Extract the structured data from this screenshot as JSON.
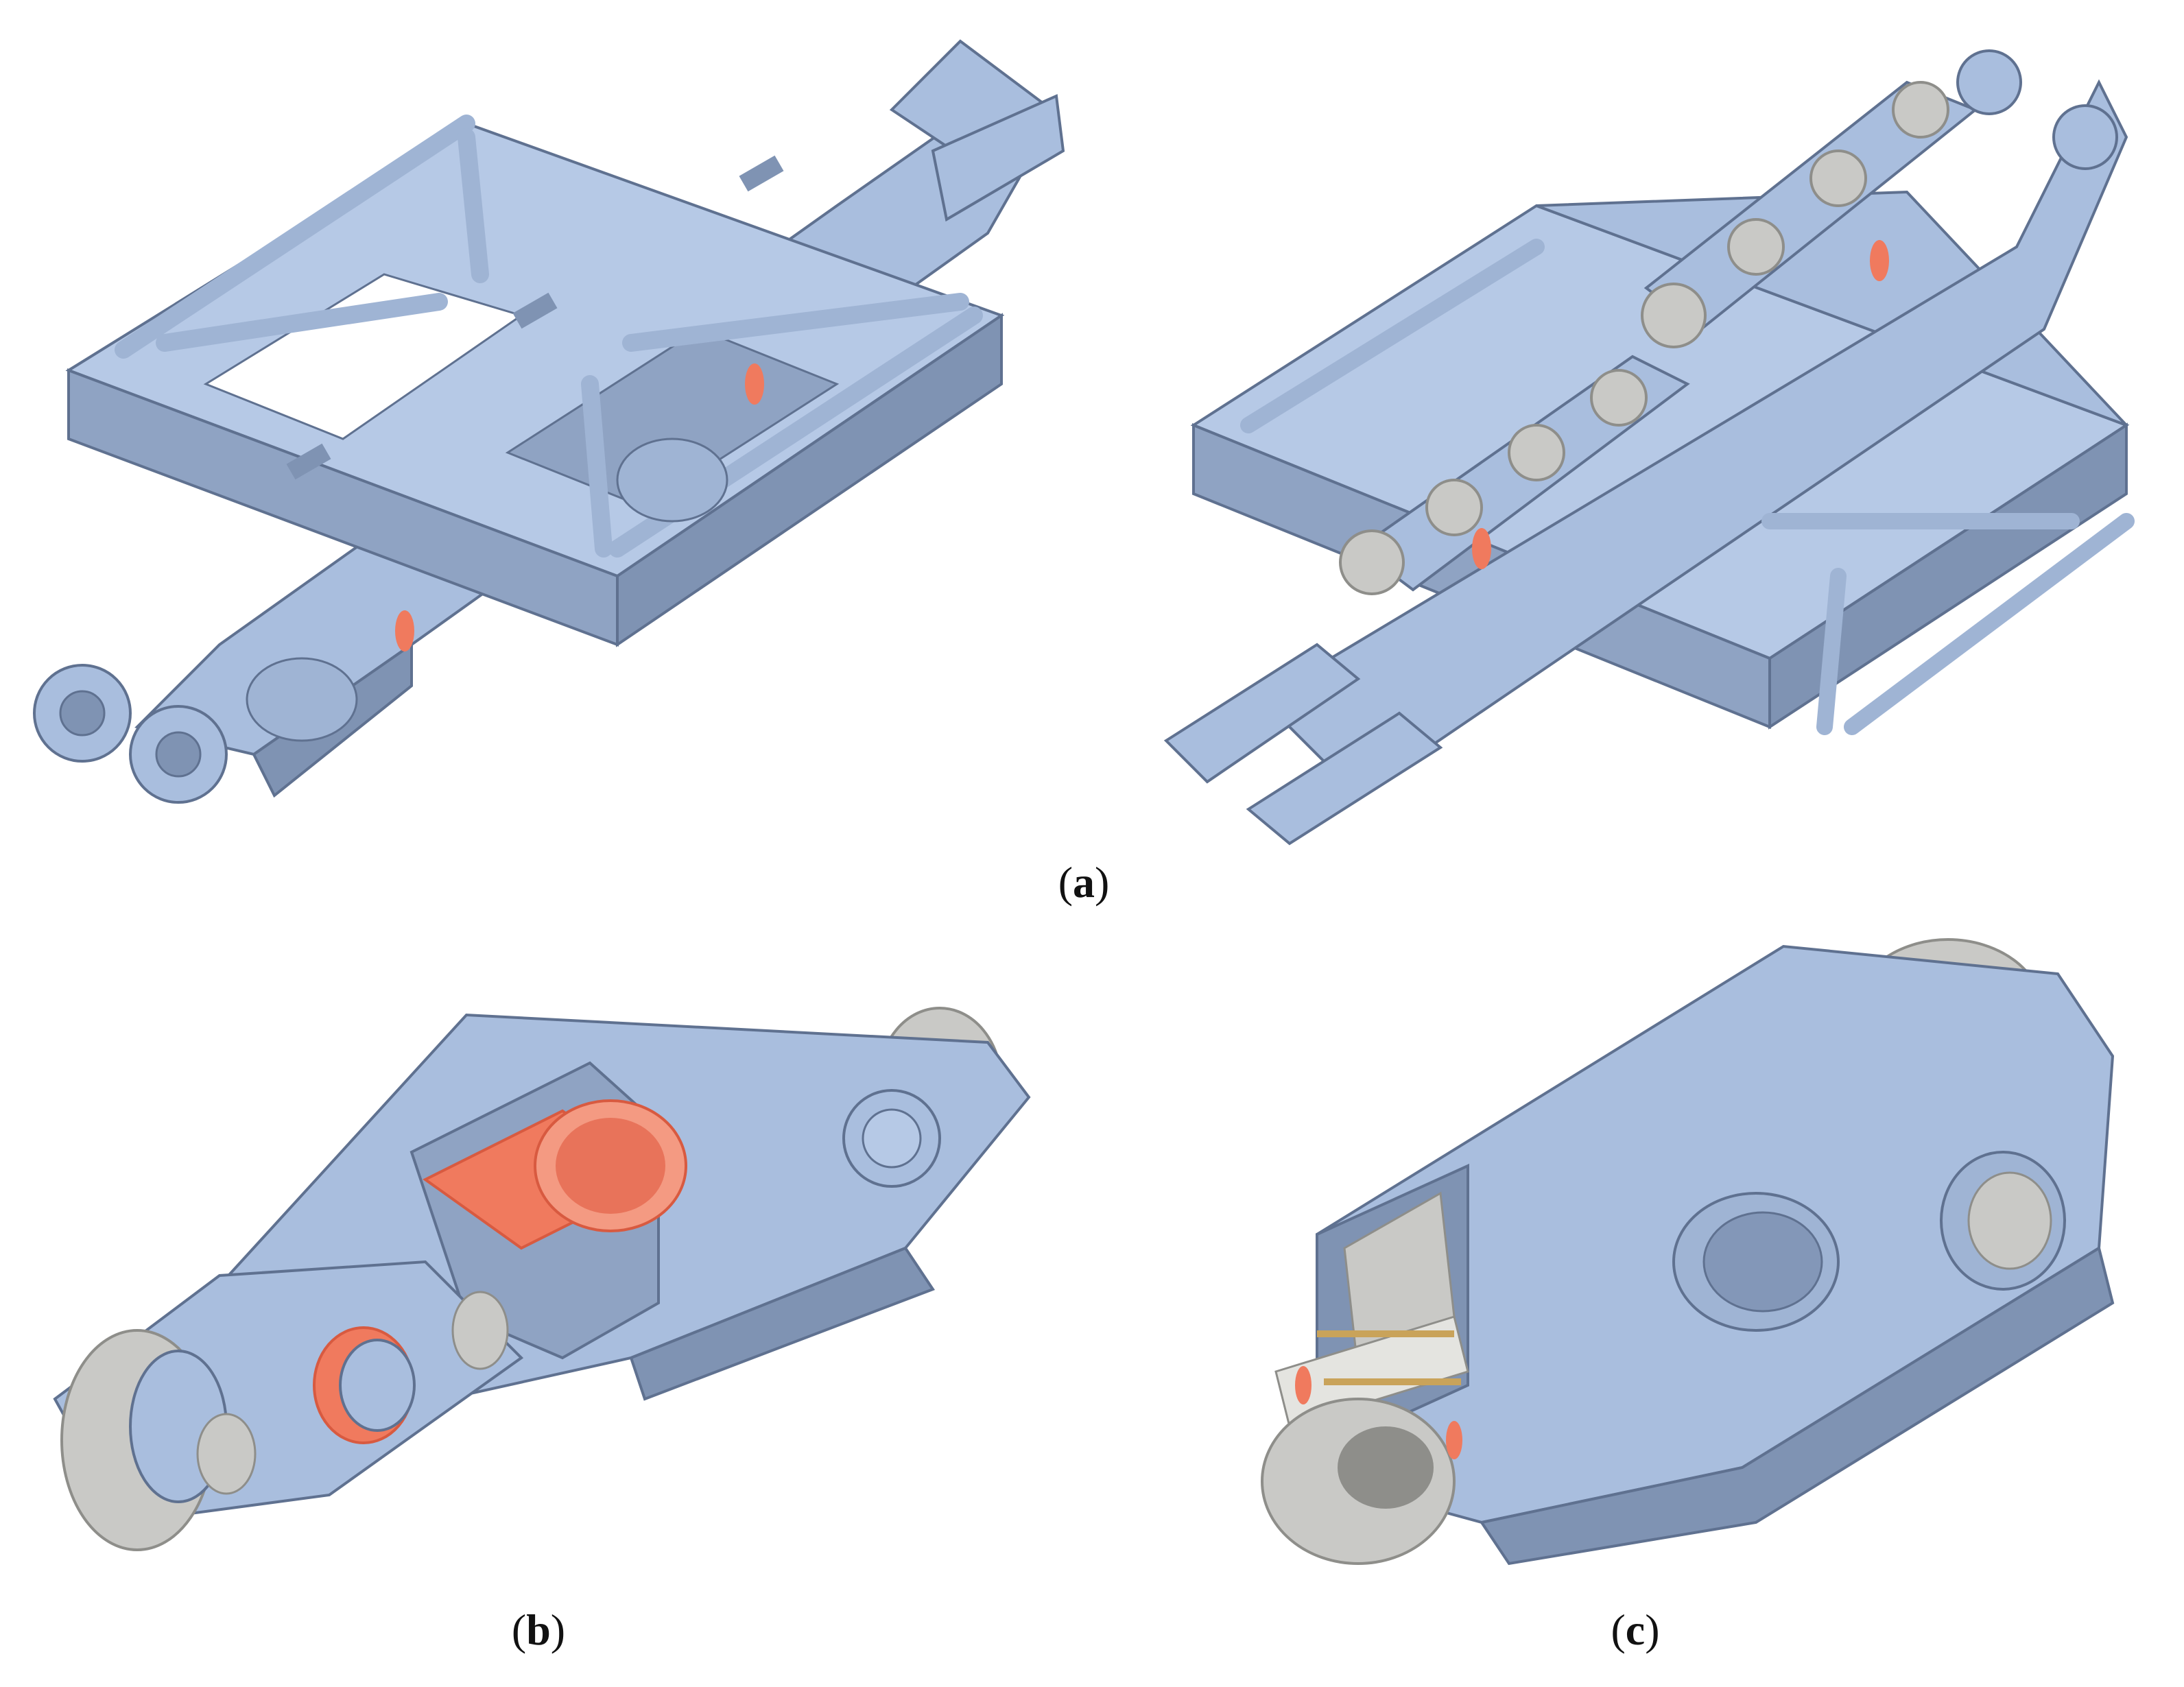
{
  "figure": {
    "captions": {
      "a": "a",
      "b": "b",
      "c": "c"
    },
    "colors": {
      "steel": "#a9bede",
      "steel_dark": "#7f93b3",
      "steel_shadow": "#5f7190",
      "bushing": "#f07a5e",
      "bushing_dark": "#d85a40",
      "wheel": "#c9c9c6",
      "wheel_dark": "#8e8e8a"
    }
  }
}
